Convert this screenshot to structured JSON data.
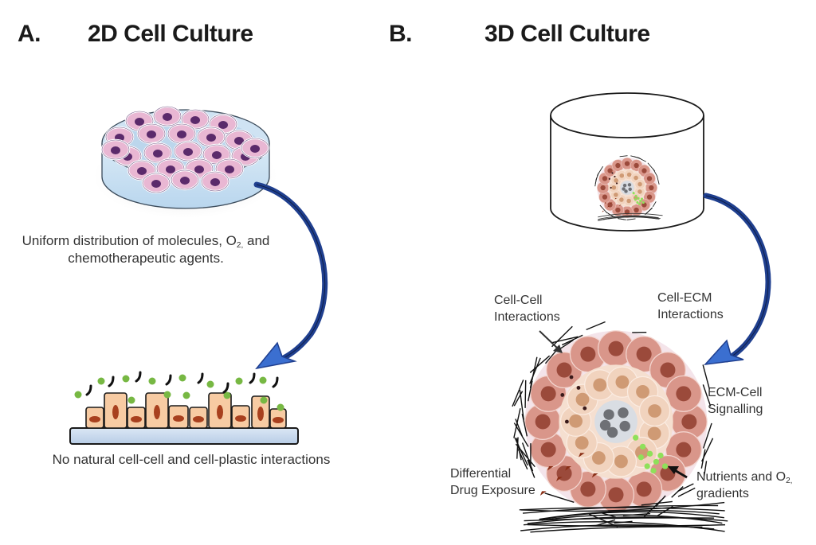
{
  "panel_a": {
    "letter": "A.",
    "title": "2D Cell Culture",
    "caption_line1_pre": "Uniform distribution of molecules, O",
    "caption_line1_sub": "2,",
    "caption_line1_post": " and",
    "caption_line2": "chemotherapeutic agents.",
    "bottom_caption": "No natural cell-cell and cell-plastic interactions"
  },
  "panel_b": {
    "letter": "B.",
    "title": "3D Cell Culture",
    "labels": {
      "cell_cell_line1": "Cell-Cell",
      "cell_cell_line2": "Interactions",
      "cell_ecm_line1": "Cell-ECM",
      "cell_ecm_line2": "Interactions",
      "ecm_cell_line1": "ECM-Cell",
      "ecm_cell_line2": "Signalling",
      "drug_line1": "Differential",
      "drug_line2": "Drug Exposure",
      "nutrients_line1_pre": "Nutrients and O",
      "nutrients_line1_sub": "2,",
      "nutrients_line2": "gradients"
    }
  },
  "colors": {
    "arrow_blue": "#1f3f8f",
    "cell_pink": "#e9b7d3",
    "cell_nucleus": "#5b2a6b",
    "dish_blue": "#cfe3f3",
    "cell_2d_fill": "#f7cba3",
    "cell_2d_nucleus": "#a8401e",
    "molecule_green": "#77b843",
    "spheroid_outer": "#d9968a",
    "spheroid_mid": "#f1d3be",
    "spheroid_core": "#d9dde3"
  }
}
